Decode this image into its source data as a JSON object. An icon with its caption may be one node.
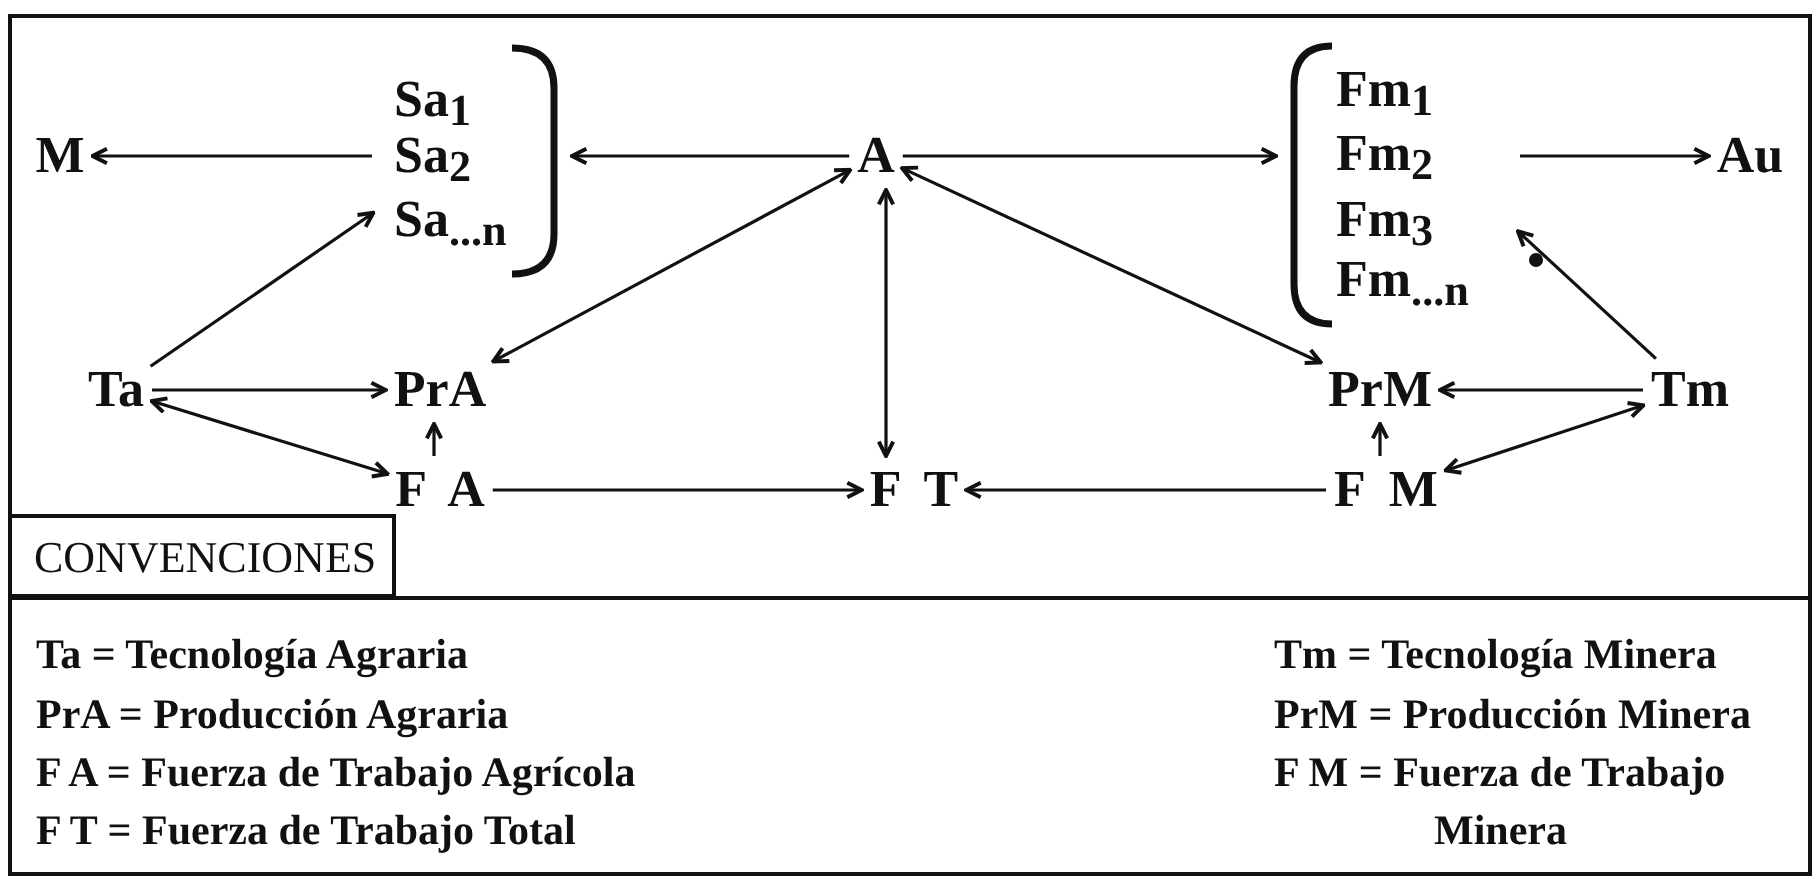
{
  "diagram": {
    "nodes": [
      {
        "text": [
          "M"
        ]
      },
      {
        "text": [
          "Sa$_{1}$",
          "Sa$_{2}$",
          "Sa$_{...n}$"
        ]
      },
      {
        "text": [
          "A"
        ]
      },
      {
        "text": [
          "Fm$_{1}$",
          "Fm$_{2}$",
          "Fm$_{3}$",
          "Fm$_{...n}$"
        ]
      },
      {
        "text": [
          "Au"
        ]
      },
      {
        "text": [
          "Ta"
        ]
      },
      {
        "text": [
          "PrA"
        ]
      },
      {
        "text": [
          "PrM"
        ]
      },
      {
        "text": [
          "Tm"
        ]
      },
      {
        "text": [
          "F A"
        ]
      },
      {
        "text": [
          "F T"
        ]
      },
      {
        "text": [
          "F M"
        ]
      }
    ],
    "edges": [
      {
        "from": 1,
        "to": 0,
        "arrow": "to"
      },
      {
        "from": 2,
        "to": 1,
        "arrow": "to"
      },
      {
        "from": 2,
        "to": 3,
        "arrow": "to"
      },
      {
        "from": 3,
        "to": 4,
        "arrow": "to"
      },
      {
        "from": 5,
        "to": 1,
        "arrow": "to"
      },
      {
        "from": 5,
        "to": 6,
        "arrow": "to"
      },
      {
        "from": 5,
        "to": 9,
        "arrow": "both"
      },
      {
        "from": 2,
        "to": 6,
        "arrow": "both"
      },
      {
        "from": 2,
        "to": 10,
        "arrow": "both"
      },
      {
        "from": 2,
        "to": 7,
        "arrow": "both"
      },
      {
        "from": 9,
        "to": 6,
        "arrow": "to"
      },
      {
        "from": 9,
        "to": 10,
        "arrow": "to"
      },
      {
        "from": 11,
        "to": 10,
        "arrow": "to"
      },
      {
        "from": 11,
        "to": 7,
        "arrow": "to"
      },
      {
        "from": 8,
        "to": 7,
        "arrow": "to"
      },
      {
        "from": 8,
        "to": 11,
        "arrow": "both"
      },
      {
        "from": 8,
        "to": 3,
        "arrow": "to"
      }
    ],
    "labels": [
      "CONVENCIONES",
      "Ta = Tecnología Agraria",
      "Tm = Tecnología Minera",
      "PrA = Producción Agraria",
      "PrM = Producción Minera",
      "F A = Fuerza de Trabajo Agrícola",
      "F M = Fuerza de Trabajo Minera",
      "F T = Fuerza de Trabajo Total"
    ]
  }
}
